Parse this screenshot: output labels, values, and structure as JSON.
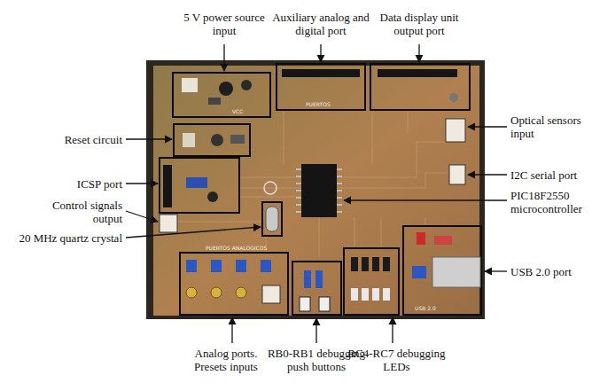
{
  "diagram": {
    "labels": [
      "5 V power source input",
      "Auxiliary analog and digital port",
      "Data display unit output port",
      "Optical sensors input",
      "I2C serial port",
      "PIC18F2550 microcontroller",
      "USB 2.0 port",
      "RC4-RC7 debugging LEDs",
      "RB0-RB1 debugging push buttons",
      "Analog ports. Presets inputs",
      "Reset circuit",
      "ICSP port",
      "Control signals output",
      "20 MHz quartz crystal",
      "VCC",
      "PUERTOS",
      "PUERTOS ANALOGICOS",
      "USB 2.0"
    ]
  }
}
